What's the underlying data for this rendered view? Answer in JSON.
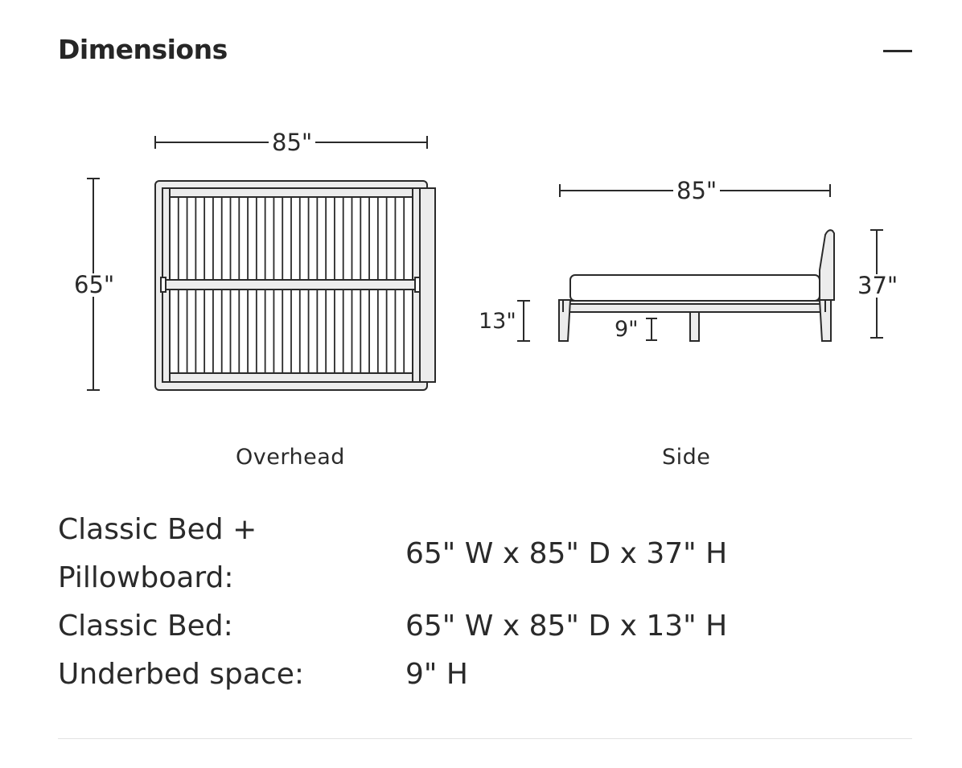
{
  "section": {
    "title": "Dimensions",
    "toggle_icon": "minus-icon"
  },
  "overhead": {
    "caption": "Overhead",
    "width_label": "85\"",
    "depth_label": "65\""
  },
  "side": {
    "caption": "Side",
    "length_label": "85\"",
    "height_label": "37\"",
    "frame_height_label": "13\"",
    "clearance_label": "9\""
  },
  "specs": [
    {
      "label_line1": "Classic Bed +",
      "label_line2": "Pillowboard:",
      "value": "65\" W x 85\" D x 37\" H"
    },
    {
      "label": "Classic Bed:",
      "value": "65\" W x 85\" D x 13\" H"
    },
    {
      "label": "Underbed space:",
      "value": "9\" H"
    }
  ],
  "colors": {
    "text": "#2a2a2a",
    "line": "#2a2a2a",
    "fill_light": "#ececec",
    "divider": "#e3e3e3"
  }
}
